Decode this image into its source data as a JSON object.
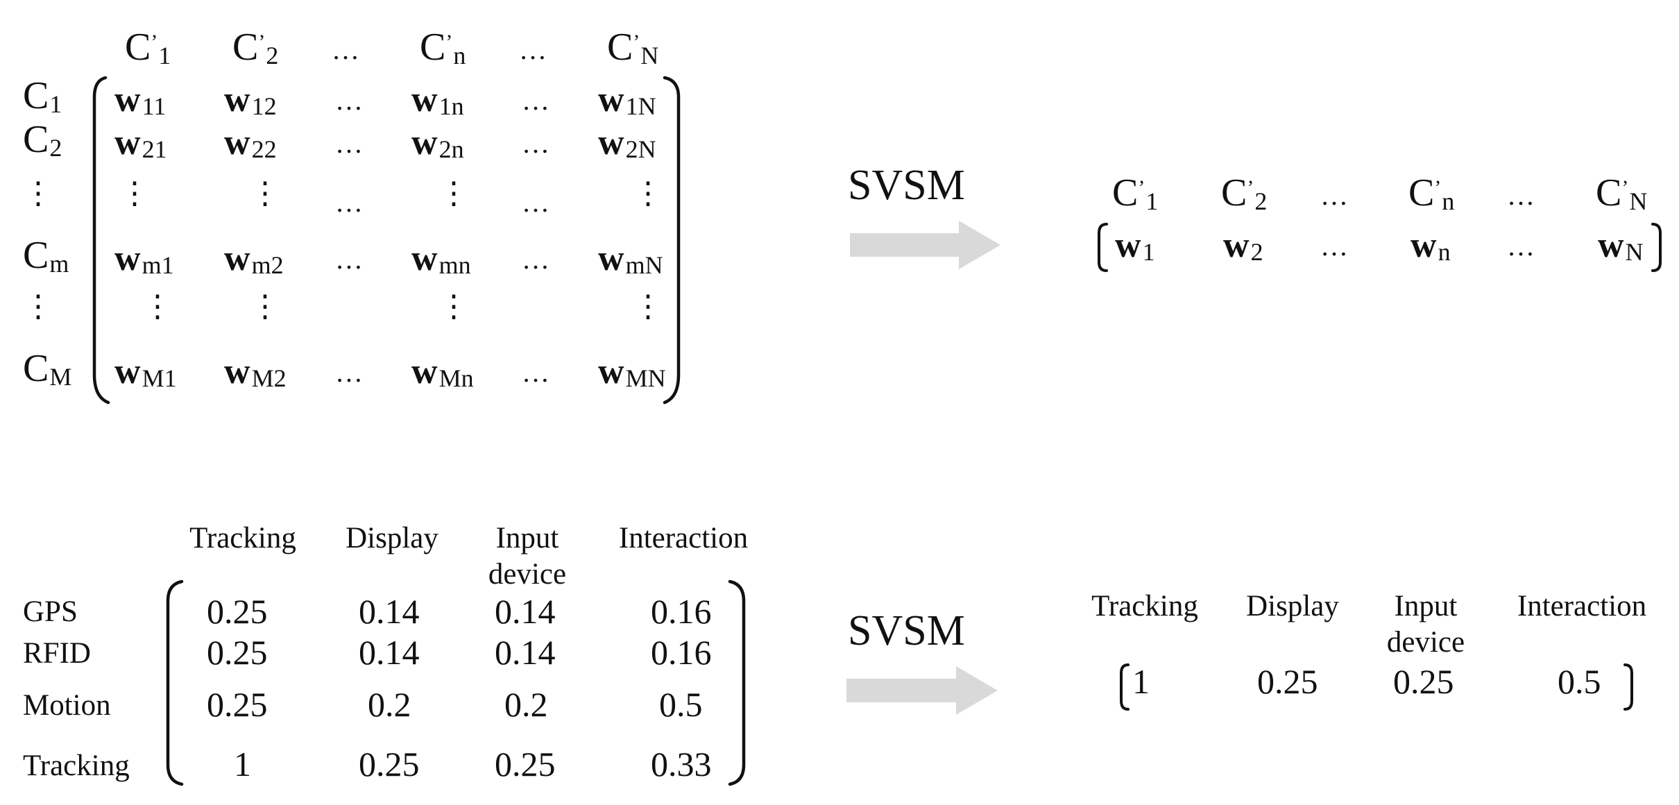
{
  "matrix": {
    "col_headers": [
      {
        "base": "C",
        "prime": "’",
        "sub": "1"
      },
      {
        "base": "C",
        "prime": "’",
        "sub": "2"
      },
      {
        "base": "C",
        "prime": "’",
        "sub": "n"
      },
      {
        "base": "C",
        "prime": "’",
        "sub": "N"
      }
    ],
    "row_headers": [
      {
        "base": "C",
        "sub": "1"
      },
      {
        "base": "C",
        "sub": "2"
      },
      {
        "base": "C",
        "sub": "m"
      },
      {
        "base": "C",
        "sub": "M"
      }
    ],
    "cells": [
      [
        "11",
        "12",
        "1n",
        "1N"
      ],
      [
        "21",
        "22",
        "2n",
        "2N"
      ],
      [
        "m1",
        "m2",
        "mn",
        "mN"
      ],
      [
        "M1",
        "M2",
        "Mn",
        "MN"
      ]
    ],
    "cell_letter": "w",
    "ellipsis": "…",
    "vertical_dots": "⋮"
  },
  "vector": {
    "col_headers": [
      {
        "base": "C",
        "prime": "’",
        "sub": "1"
      },
      {
        "base": "C",
        "prime": "’",
        "sub": "2"
      },
      {
        "base": "C",
        "prime": "’",
        "sub": "n"
      },
      {
        "base": "C",
        "prime": "’",
        "sub": "N"
      }
    ],
    "cells": [
      "1",
      "2",
      "n",
      "N"
    ],
    "cell_letter": "w"
  },
  "arrows": {
    "label_top": "SVSM",
    "label_bottom": "SVSM",
    "color": "#d9d9d9"
  },
  "example_matrix": {
    "headers": [
      "Tracking",
      "Display",
      "Input\ndevice",
      "Interaction"
    ],
    "header_line1": [
      "Tracking",
      "Display",
      "Input",
      "Interaction"
    ],
    "header_line2": [
      "",
      "",
      "device",
      ""
    ],
    "rows": [
      {
        "label": "GPS",
        "values": [
          "0.25",
          "0.14",
          "0.14",
          "0.16"
        ]
      },
      {
        "label": "RFID",
        "values": [
          "0.25",
          "0.14",
          "0.14",
          "0.16"
        ]
      },
      {
        "label": "Motion",
        "values": [
          "0.25",
          "0.2",
          "0.2",
          "0.5"
        ]
      },
      {
        "label": "Tracking",
        "values": [
          "1",
          "0.25",
          "0.25",
          "0.33"
        ]
      }
    ]
  },
  "example_vector": {
    "header_line1": [
      "Tracking",
      "Display",
      "Input",
      "Interaction"
    ],
    "header_line2": [
      "",
      "",
      "device",
      ""
    ],
    "values": [
      "1",
      "0.25",
      "0.25",
      "0.5"
    ]
  }
}
